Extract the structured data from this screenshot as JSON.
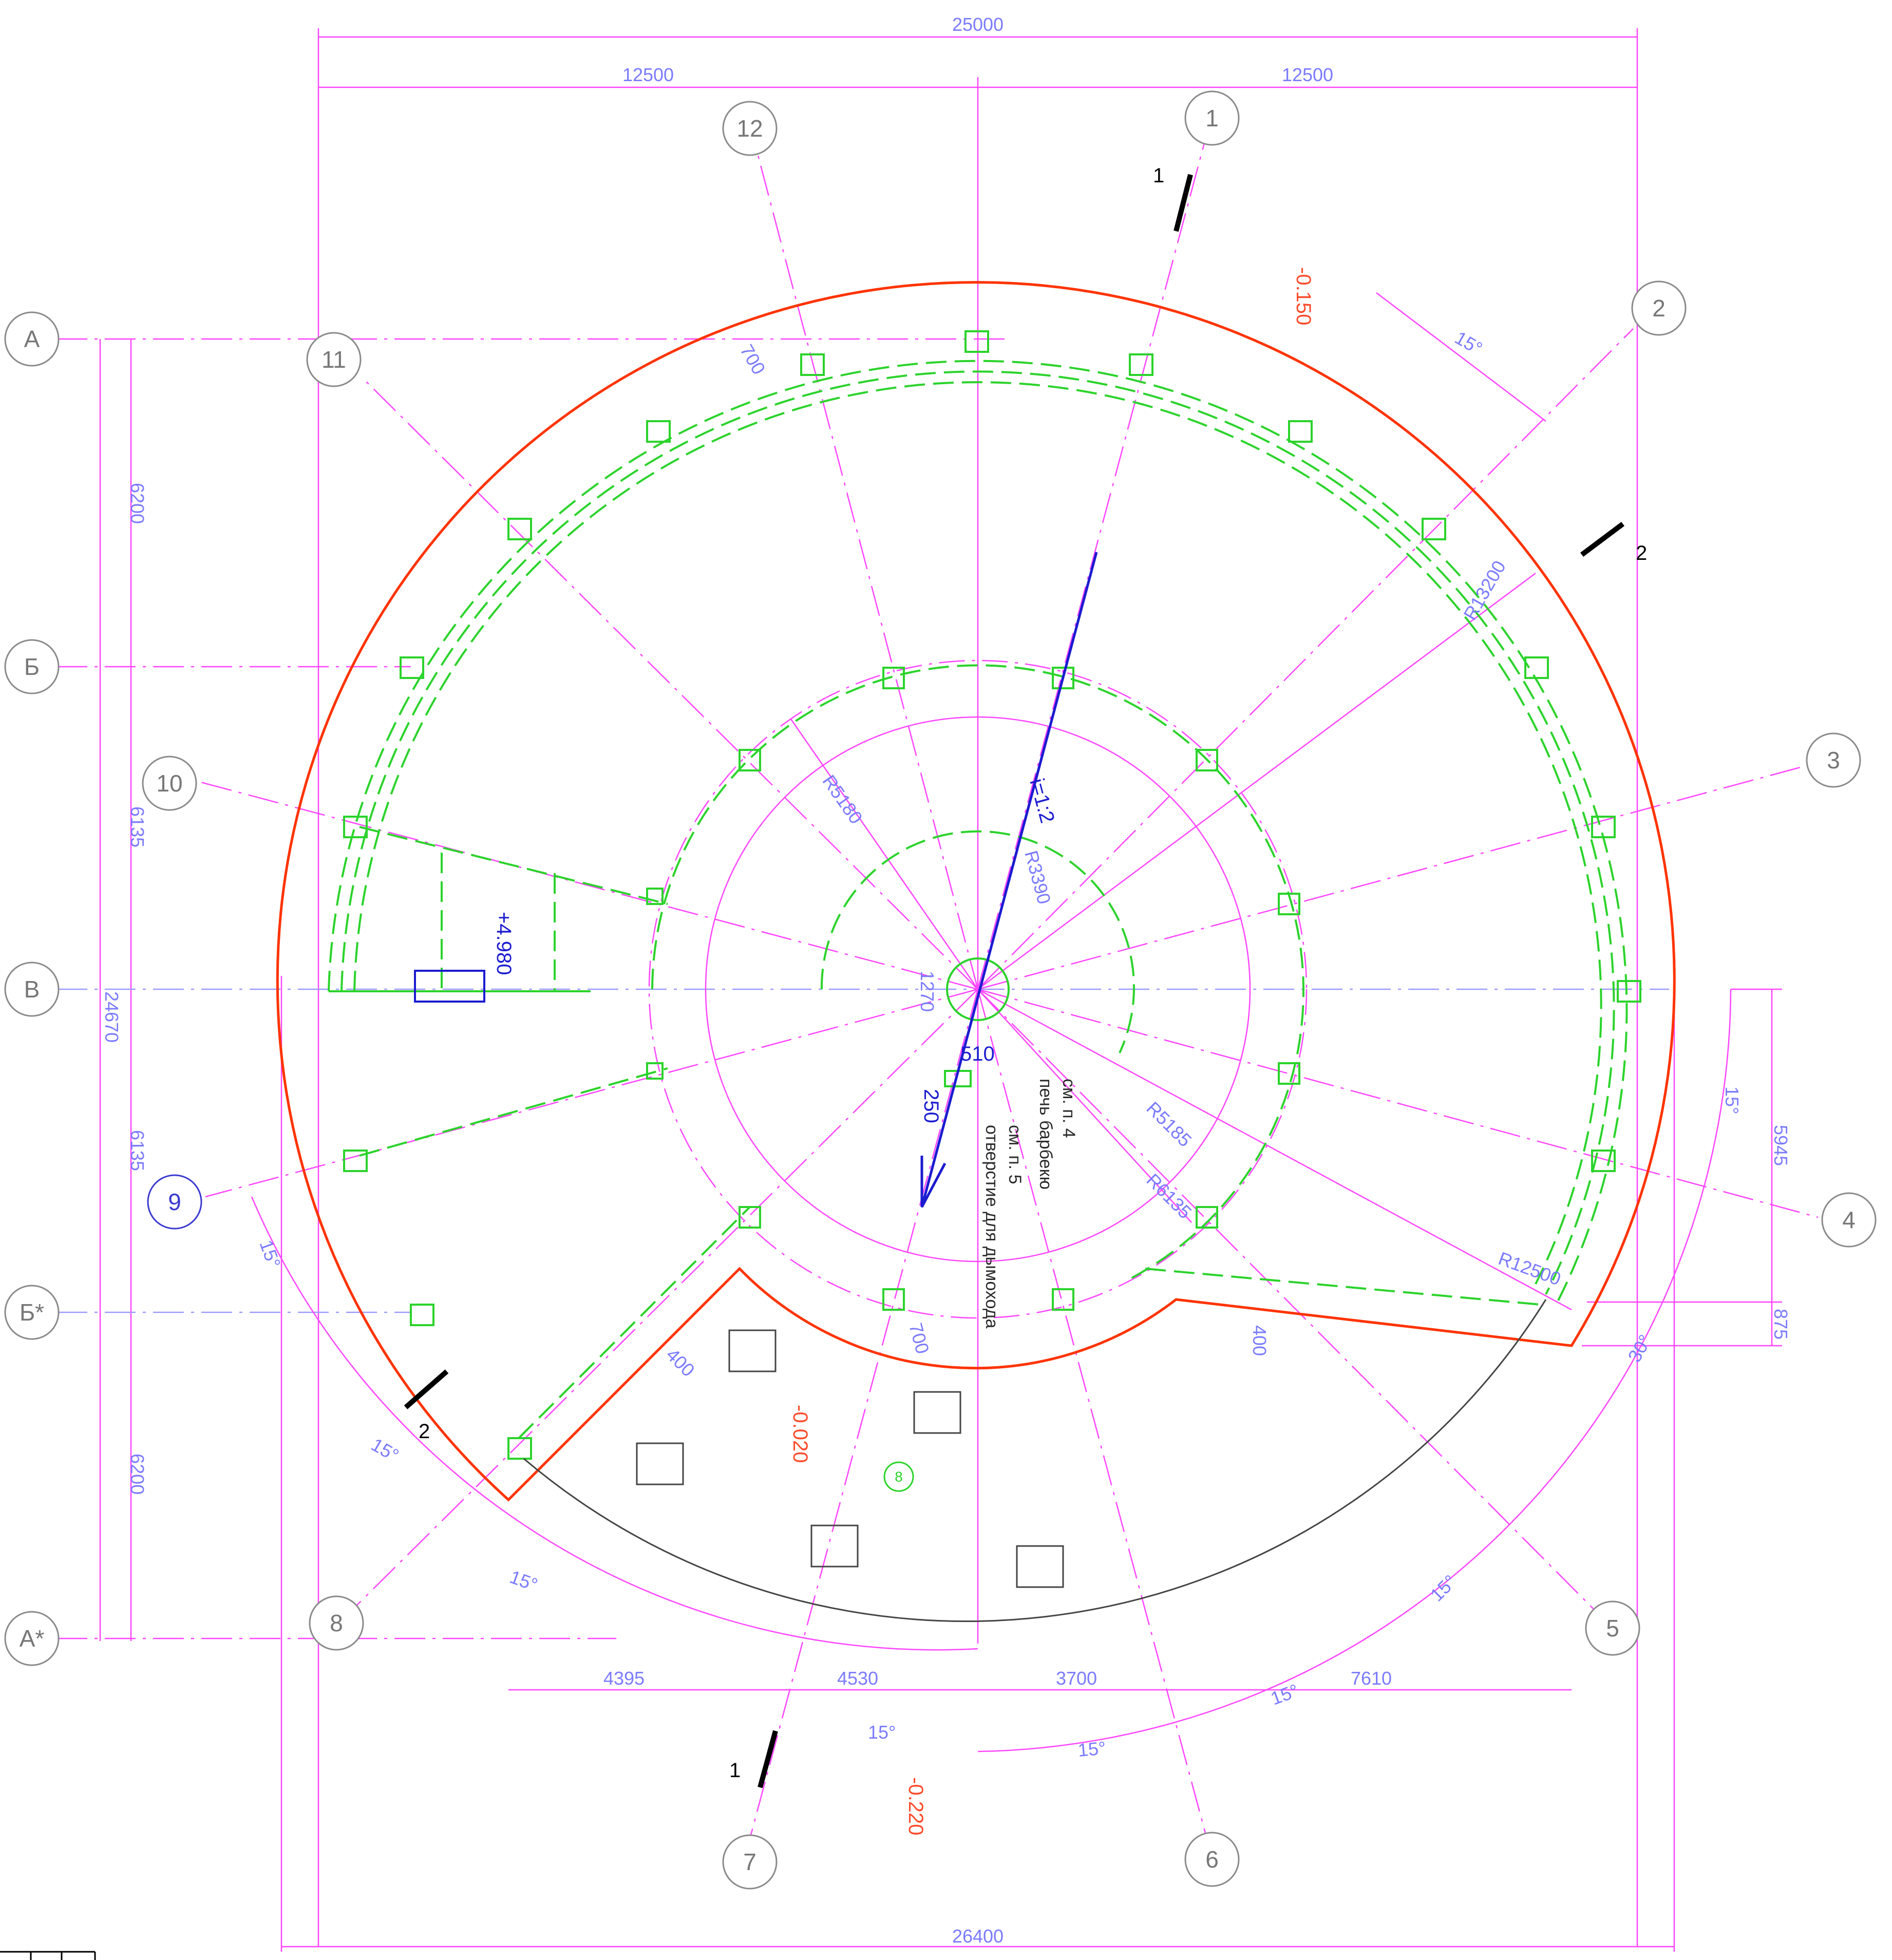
{
  "dimensions": {
    "overall_top": "25000",
    "half_left": "12500",
    "half_right": "12500",
    "overall_bottom": "26400",
    "left_total": "24670",
    "left_segments": [
      "6200",
      "6135",
      "6135",
      "6200"
    ],
    "bottom_segments": [
      "4395",
      "4530",
      "3700",
      "7610"
    ],
    "right_segments": [
      "5945",
      "875"
    ],
    "small": [
      "700",
      "700",
      "400",
      "400",
      "1270",
      "510",
      "250"
    ]
  },
  "radii": [
    "R13200",
    "R5180",
    "R3390",
    "R5185",
    "R6135",
    "R12500"
  ],
  "angles": [
    "15°",
    "15°",
    "15°",
    "15°",
    "15°",
    "30°",
    "15°",
    "15°",
    "15°",
    "15°"
  ],
  "axis_bubbles_radial": [
    "1",
    "2",
    "3",
    "4",
    "5",
    "6",
    "7",
    "8",
    "9",
    "10",
    "11",
    "12"
  ],
  "axis_bubbles_rows": [
    "А",
    "Б",
    "В",
    "Б*",
    "А*"
  ],
  "levels": {
    "level_top": "-0.150",
    "level_mid": "-0.020",
    "level_bottom": "-0.220",
    "level_upper": "+4.980"
  },
  "slope": "i=1:2",
  "notes": {
    "bbq": "печь барбекю",
    "bbq_ref": "см. п. 4",
    "flue": "отверстие для дымохода",
    "flue_ref": "см. п. 5"
  },
  "sections": [
    "1",
    "1",
    "2",
    "2"
  ],
  "room_number": "8",
  "colors": {
    "dimension": "#ff44ff",
    "dimension_text": "#7b7bff",
    "walls": "#2bd32b",
    "outline": "#ff3300",
    "slope_arrow": "#1b1bd0",
    "level": "#ff4a2a"
  }
}
